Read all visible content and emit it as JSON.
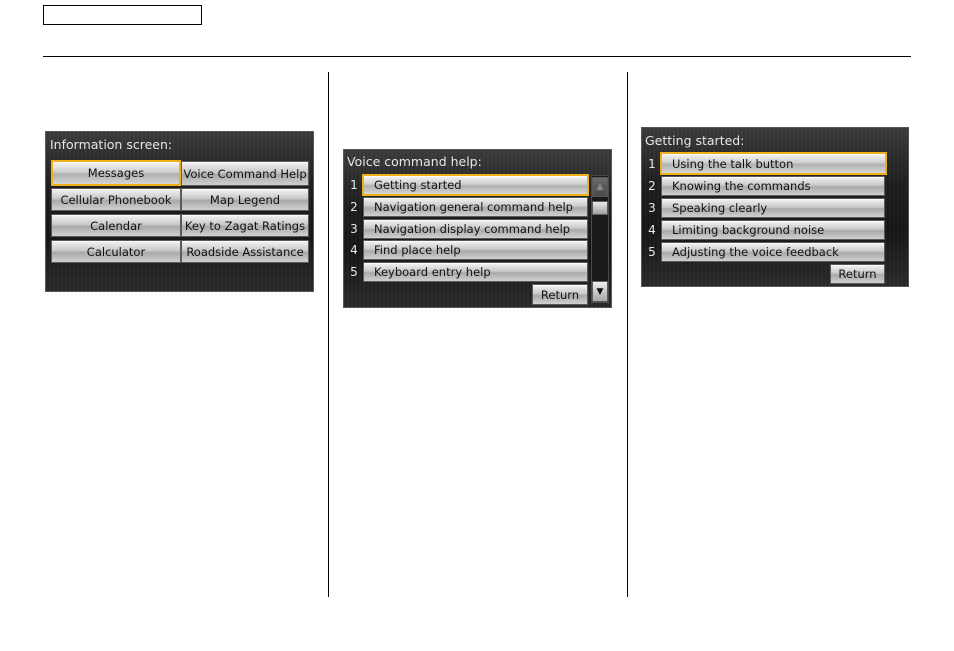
{
  "header": {
    "box_label": ""
  },
  "screen1": {
    "title": "Information screen:",
    "buttons": [
      {
        "label": "Messages",
        "selected": true
      },
      {
        "label": "Voice Command Help"
      },
      {
        "label": "Cellular Phonebook"
      },
      {
        "label": "Map Legend"
      },
      {
        "label": "Calendar"
      },
      {
        "label": "Key to Zagat Ratings"
      },
      {
        "label": "Calculator"
      },
      {
        "label": "Roadside Assistance"
      }
    ]
  },
  "screen2": {
    "title": "Voice command help:",
    "items": [
      {
        "num": "1",
        "label": "Getting started",
        "selected": true
      },
      {
        "num": "2",
        "label": "Navigation general command help"
      },
      {
        "num": "3",
        "label": "Navigation display command help"
      },
      {
        "num": "4",
        "label": "Find place help"
      },
      {
        "num": "5",
        "label": "Keyboard entry help"
      }
    ],
    "return_label": "Return",
    "scroll_up_icon": "▲",
    "scroll_down_icon": "▼"
  },
  "screen3": {
    "title": "Getting started:",
    "items": [
      {
        "num": "1",
        "label": "Using the talk button",
        "selected": true
      },
      {
        "num": "2",
        "label": "Knowing the commands"
      },
      {
        "num": "3",
        "label": "Speaking clearly"
      },
      {
        "num": "4",
        "label": "Limiting background noise"
      },
      {
        "num": "5",
        "label": "Adjusting the voice feedback"
      }
    ],
    "return_label": "Return"
  },
  "colors": {
    "highlight": "#f0b018",
    "screen_bg": "#1e1e1e"
  }
}
